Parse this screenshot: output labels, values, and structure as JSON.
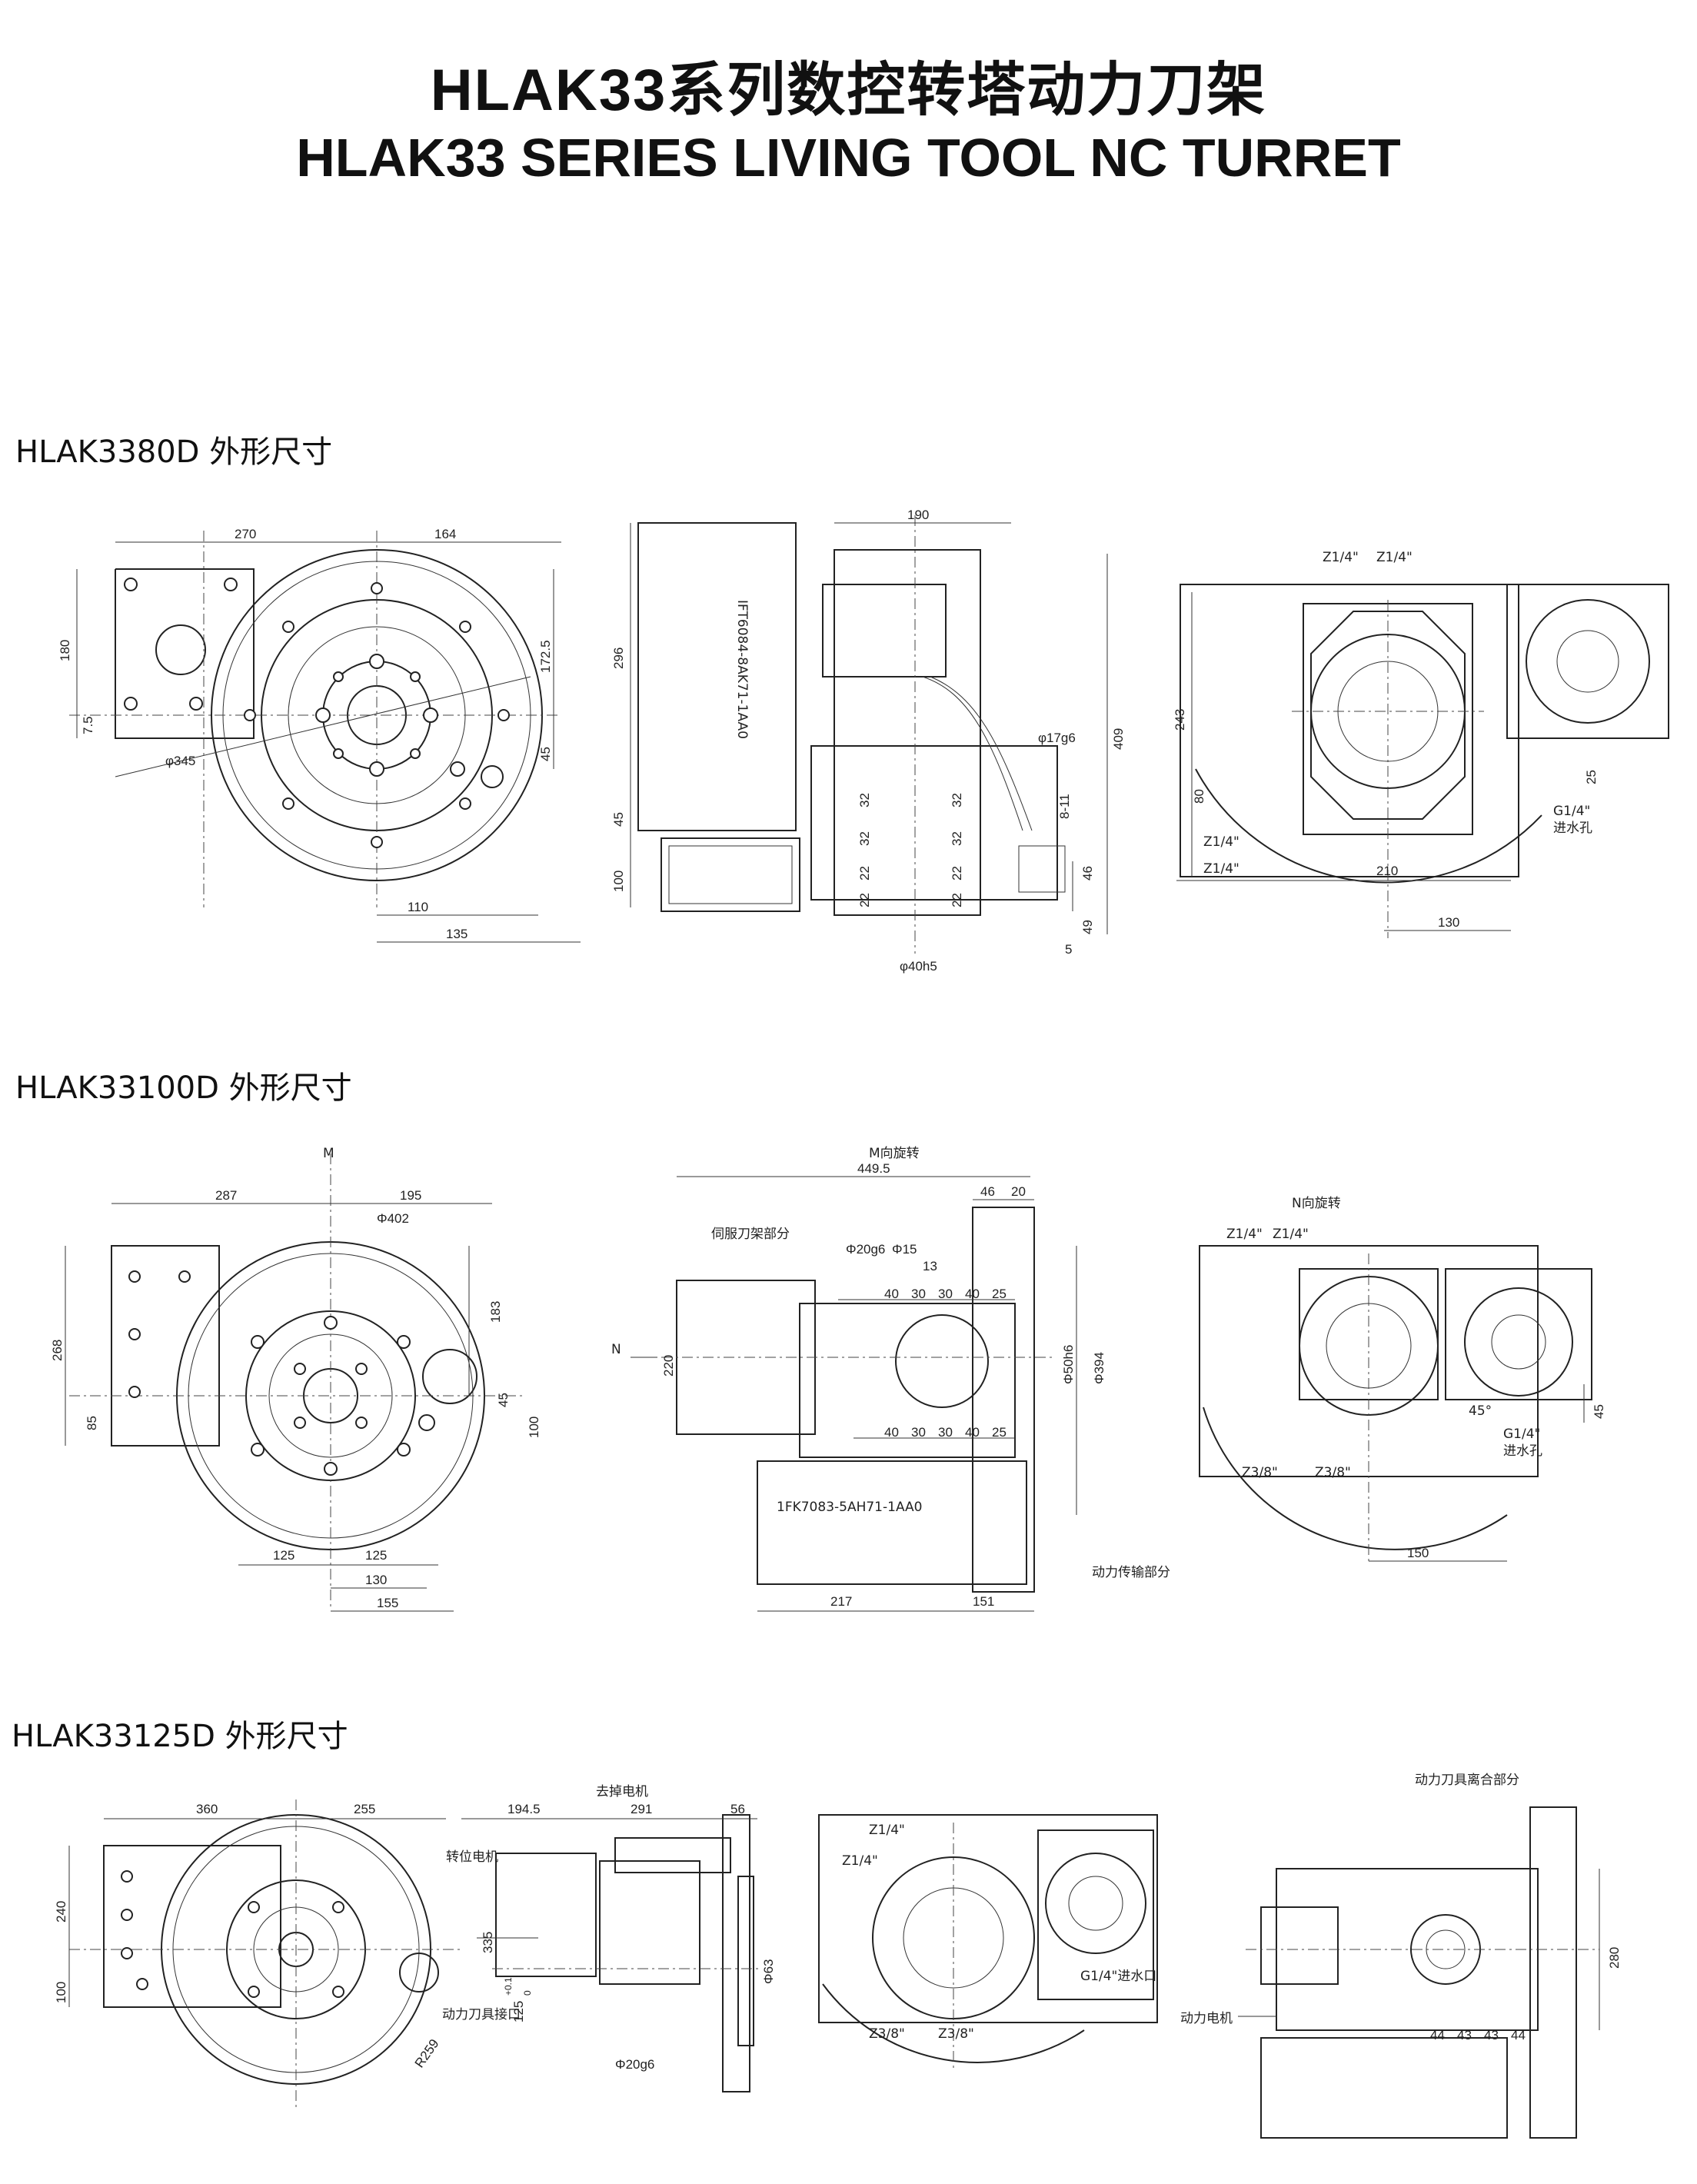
{
  "header": {
    "title_cn": "HLAK33系列数控转塔动力刀架",
    "title_en": "HLAK33 SERIES LIVING TOOL NC TURRET"
  },
  "sections": [
    {
      "heading": "HLAK3380D 外形尺寸",
      "dims": {
        "d270": "270",
        "d164": "164",
        "d180": "180",
        "d7_5": "7.5",
        "d172_5": "172.5",
        "d345": "φ345",
        "d45": "45",
        "d110": "110",
        "d135": "135",
        "d190": "190",
        "motor": "IFT6084-8AK71-1AA0",
        "d296": "296",
        "d45b": "45",
        "d100": "100",
        "d17g6": "φ17g6",
        "d8_11": "8-11",
        "d409": "409",
        "d32a": "32",
        "d32b": "32",
        "d32c": "32",
        "d32d": "32",
        "d22a": "22",
        "d22b": "22",
        "d22c": "22",
        "d22d": "22",
        "d46": "46",
        "d49": "49",
        "d5": "5",
        "d40h5": "φ40h5",
        "z14a": "Z1/4\"",
        "z14b": "Z1/4\"",
        "z14c": "Z1/4\"",
        "z14d": "Z1/4\"",
        "d243": "243",
        "d80": "80",
        "d25": "25",
        "g14": "G1/4\"",
        "water": "进水孔",
        "d210": "210",
        "d130": "130"
      }
    },
    {
      "heading": "HLAK33100D 外形尺寸",
      "dims": {
        "m": "M",
        "d287": "287",
        "d195": "195",
        "d402": "Φ402",
        "d268": "268",
        "d183": "183",
        "d85": "85",
        "d45": "45",
        "d100": "100",
        "d125a": "125",
        "d125b": "125",
        "d130": "130",
        "d155": "155",
        "mrot": "M向旋转",
        "d449_5": "449.5",
        "d46": "46",
        "d20": "20",
        "servo": "伺服刀架部分",
        "d20g6": "Φ20g6",
        "d15": "Φ15",
        "d13": "13",
        "r40": "40",
        "r30": "30",
        "r30b": "30",
        "r40b": "40",
        "r25": "25",
        "s40": "40",
        "s30": "30",
        "s30b": "30",
        "s40b": "40",
        "s25": "25",
        "n": "N",
        "d220": "220",
        "d50h6": "Φ50h6",
        "d394": "Φ394",
        "motor": "1FK7083-5AH71-1AA0",
        "power": "动力传输部分",
        "d217": "217",
        "d151": "151",
        "nrot": "N向旋转",
        "z14a": "Z1/4\"",
        "z14b": "Z1/4\"",
        "a45": "45°",
        "g14": "G1/4\"",
        "water": "进水孔",
        "z38a": "Z3/8\"",
        "z38b": "Z3/8\"",
        "d150": "150"
      }
    },
    {
      "heading": "HLAK33125D 外形尺寸",
      "dims": {
        "d360": "360",
        "d255": "255",
        "d240": "240",
        "d100": "100",
        "r259": "R259",
        "remove": "去掉电机",
        "d194_5": "194.5",
        "d291": "291",
        "d56": "56",
        "turret": "转位电机",
        "d335": "335",
        "d125": "125",
        "tol": "+0.1",
        "tol0": "0",
        "tool": "动力刀具接口",
        "d63": "Φ63",
        "d20g6": "Φ20g6",
        "z14a": "Z1/4\"",
        "z14b": "Z1/4\"",
        "g14": "G1/4\"进水口",
        "z38a": "Z3/8\"",
        "z38b": "Z3/8\"",
        "clutch": "动力刀具离合部分",
        "d280": "280",
        "pmotor": "动力电机",
        "d44a": "44",
        "d43a": "43",
        "d43b": "43",
        "d44b": "44"
      }
    }
  ]
}
